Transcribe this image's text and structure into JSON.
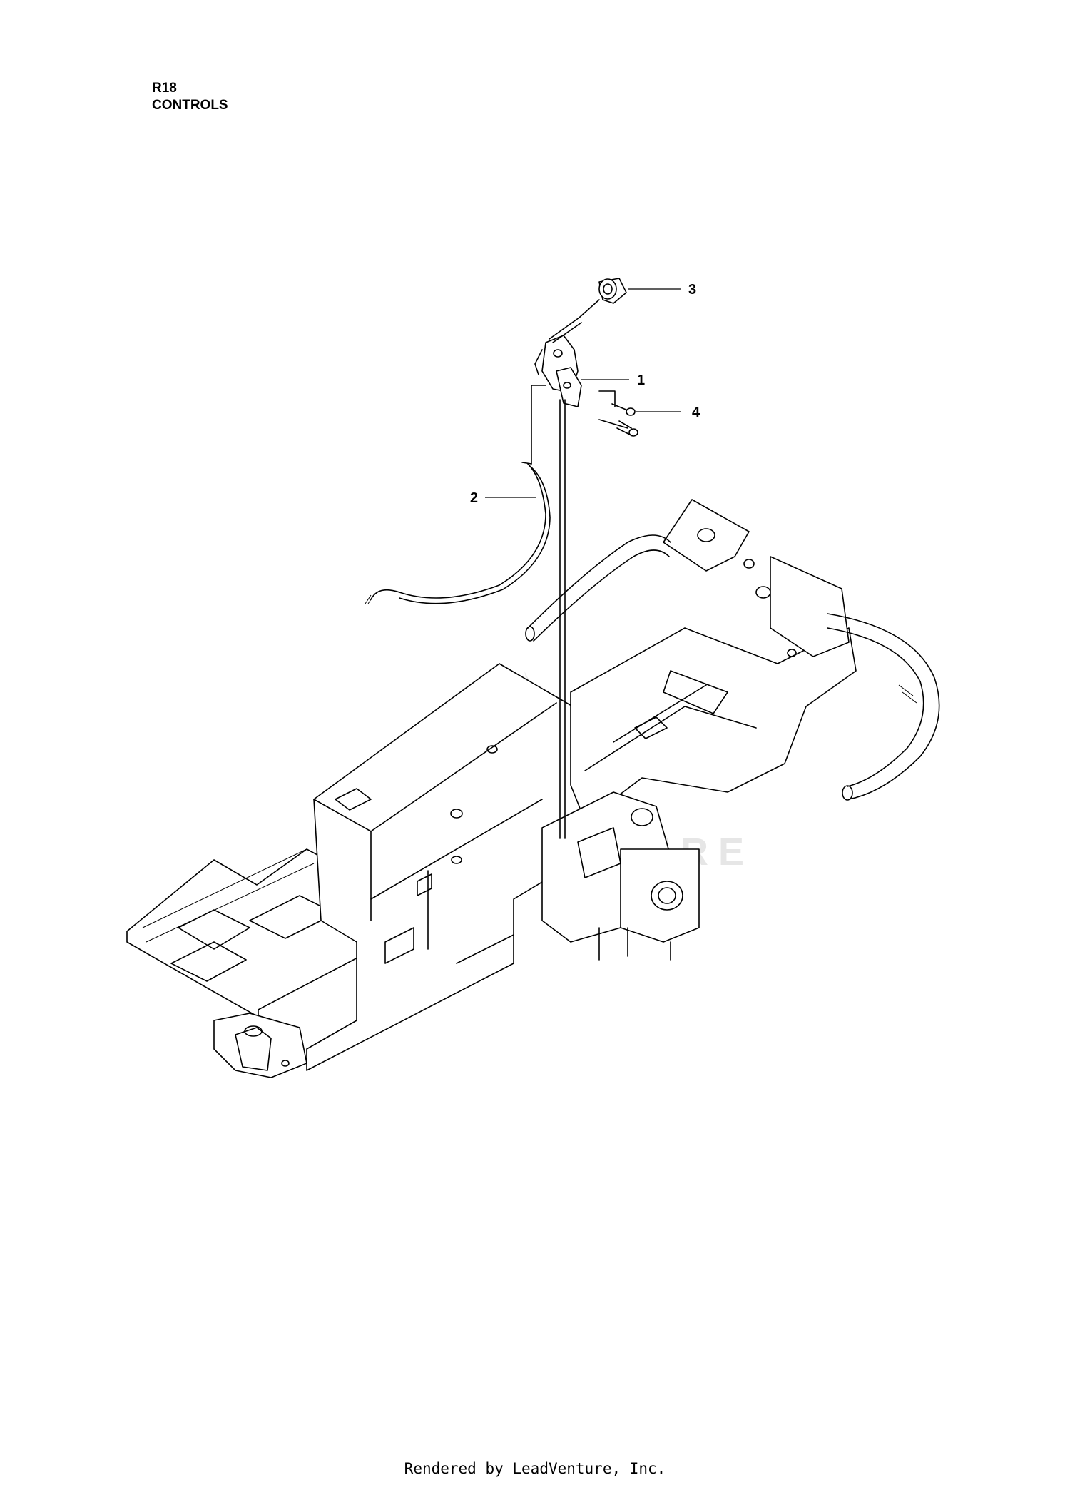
{
  "header": {
    "code": "R18",
    "title": "CONTROLS"
  },
  "watermark": {
    "text": "LEADVENTURE"
  },
  "callouts": [
    {
      "id": "callout-1",
      "label": "1"
    },
    {
      "id": "callout-2",
      "label": "2"
    },
    {
      "id": "callout-3",
      "label": "3"
    },
    {
      "id": "callout-4",
      "label": "4"
    }
  ],
  "footer": {
    "text": "Rendered by LeadVenture, Inc."
  }
}
